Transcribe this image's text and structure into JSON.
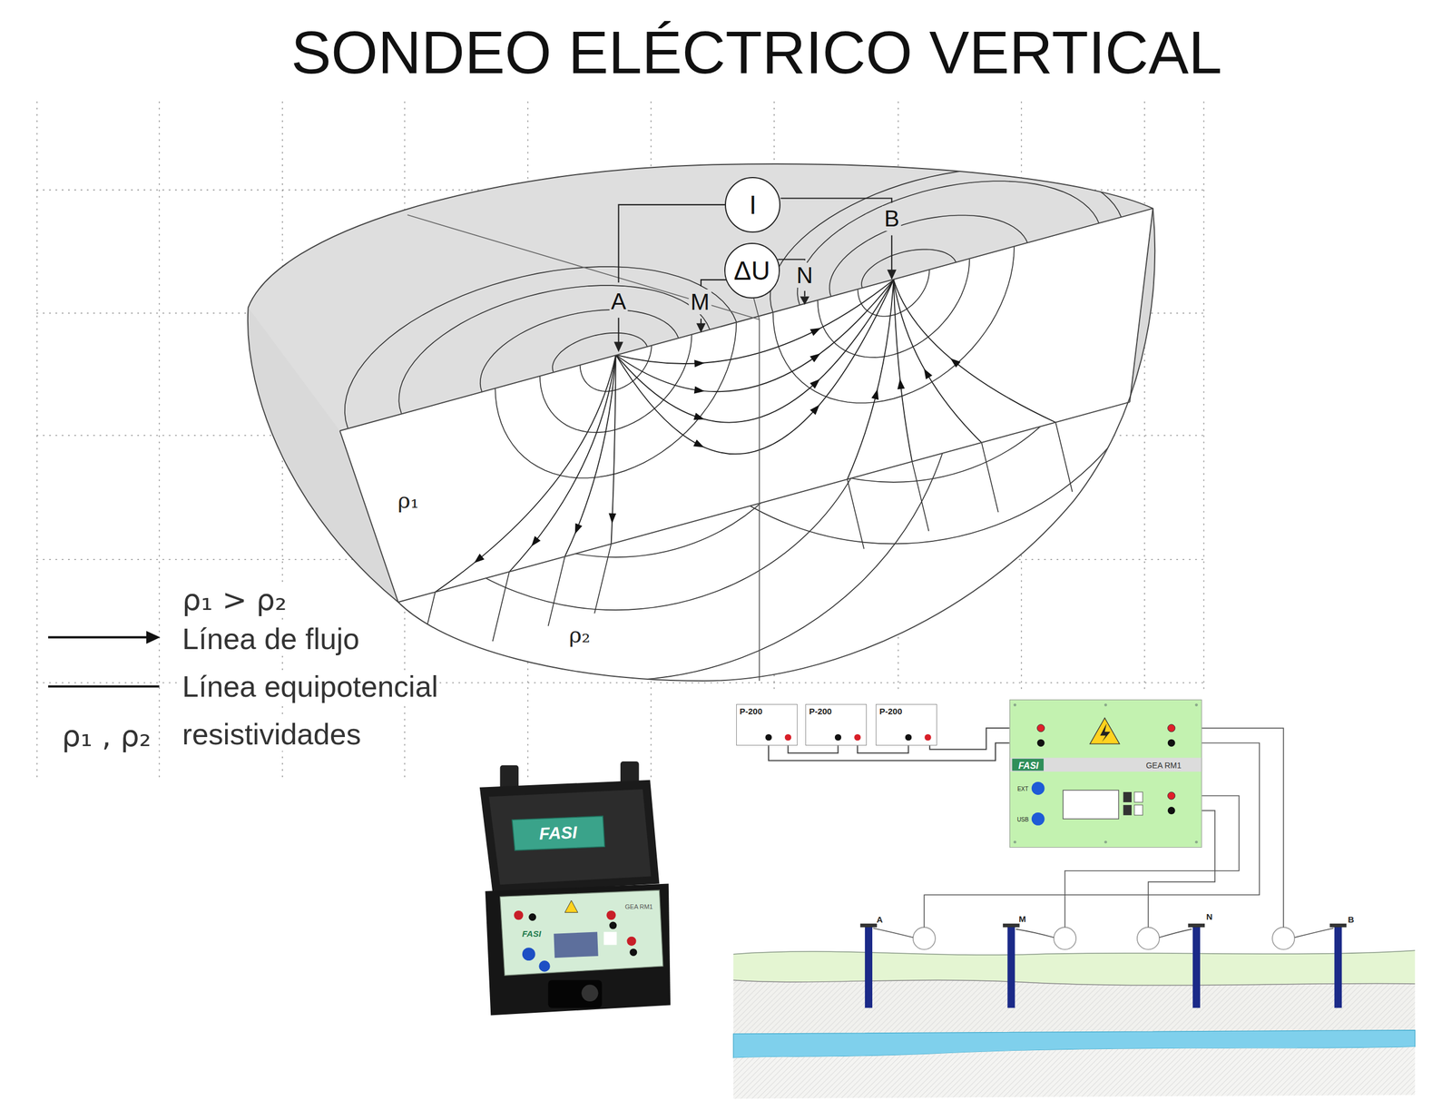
{
  "diagram": {
    "title": "SONDEO ELÉCTRICO VERTICAL",
    "nodes": [
      {
        "text": [
          "I"
        ]
      },
      {
        "text": [
          "ΔU"
        ]
      },
      {
        "text": [
          "P-200"
        ]
      },
      {
        "text": [
          "P-200"
        ]
      },
      {
        "text": [
          "P-200"
        ]
      },
      {
        "text": [
          "FASI",
          "GEA RM1",
          "EXT",
          "USB"
        ]
      }
    ],
    "edges": [
      {
        "from": 2,
        "to": 3,
        "arrow": "none"
      },
      {
        "from": 3,
        "to": 4,
        "arrow": "none"
      },
      {
        "from": 4,
        "to": 5,
        "arrow": "none"
      },
      {
        "from": 2,
        "to": 5,
        "arrow": "none"
      }
    ],
    "labels": [
      "A",
      "M",
      "N",
      "B",
      "ρ₁",
      "ρ₂",
      "ρ₁ > ρ₂",
      "ρ₁ , ρ₂",
      "FASI",
      "FASI",
      "GEA RM1",
      "A",
      "M",
      "N",
      "B"
    ],
    "legend": [
      {
        "text": "Línea de flujo"
      },
      {
        "text": "Línea equipotencial"
      },
      {
        "text": "resistividades"
      }
    ]
  }
}
